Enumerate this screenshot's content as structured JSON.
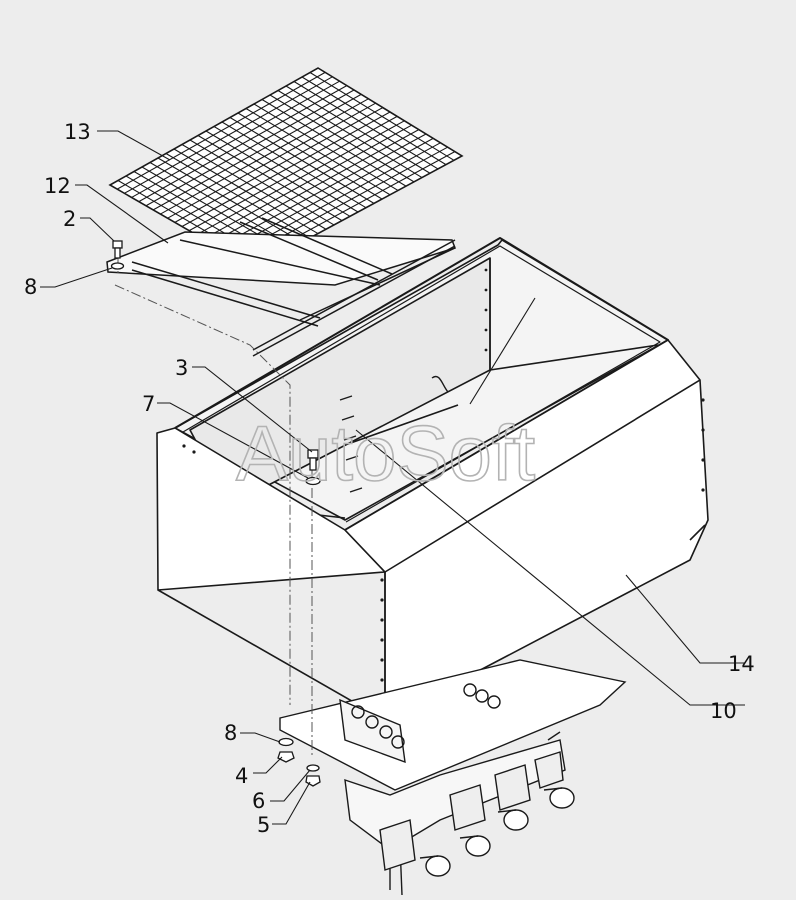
{
  "watermark": "AutoSoft",
  "callouts": {
    "c13": "13",
    "c12": "12",
    "c2": "2",
    "c8_top": "8",
    "c3": "3",
    "c7": "7",
    "c14": "14",
    "c10": "10",
    "c8_bottom": "8",
    "c4": "4",
    "c6": "6",
    "c5": "5"
  },
  "colors": {
    "background": "#ededed",
    "line": "#1a1a1a",
    "watermark": "#b3b3b3"
  }
}
